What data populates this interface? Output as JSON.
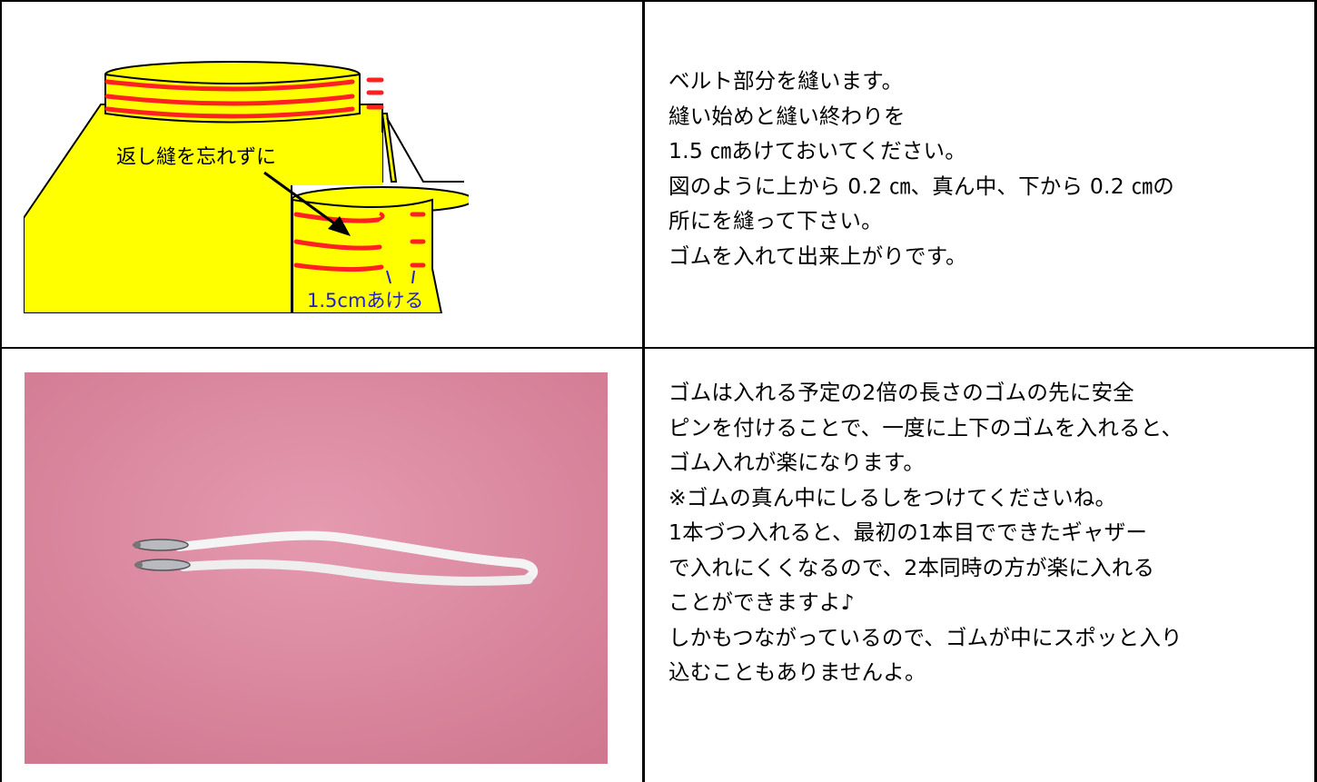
{
  "row1": {
    "illustration": {
      "callout_label": "返し縫を忘れずに",
      "dimension_label": "1.5cmあける",
      "colors": {
        "fabric": "#ffff00",
        "stitch": "#ff2020",
        "outline": "#000000",
        "dimension": "#1e1ed2"
      }
    },
    "instructions": [
      "ベルト部分を縫います。",
      "縫い始めと縫い終わりを",
      "1.5 ㎝あけておいてください。",
      "図のように上から 0.2 ㎝、真ん中、下から 0.2 ㎝の",
      "所にを縫って下さい。",
      "ゴムを入れて出来上がりです。"
    ]
  },
  "row2": {
    "photo": {
      "subject": "elastic-with-safety-pins",
      "background_color": "#d9829c"
    },
    "instructions": [
      "ゴムは入れる予定の2倍の長さのゴムの先に安全",
      "ピンを付けることで、一度に上下のゴムを入れると、",
      "ゴム入れが楽になります。",
      "※ゴムの真ん中にしるしをつけてくださいね。",
      "1本づつ入れると、最初の1本目でできたギャザー",
      "で入れにくくなるので、2本同時の方が楽に入れる",
      "ことができますよ♪",
      "しかもつながっているので、ゴムが中にスポッと入り",
      "込むこともありませんよ。"
    ]
  }
}
